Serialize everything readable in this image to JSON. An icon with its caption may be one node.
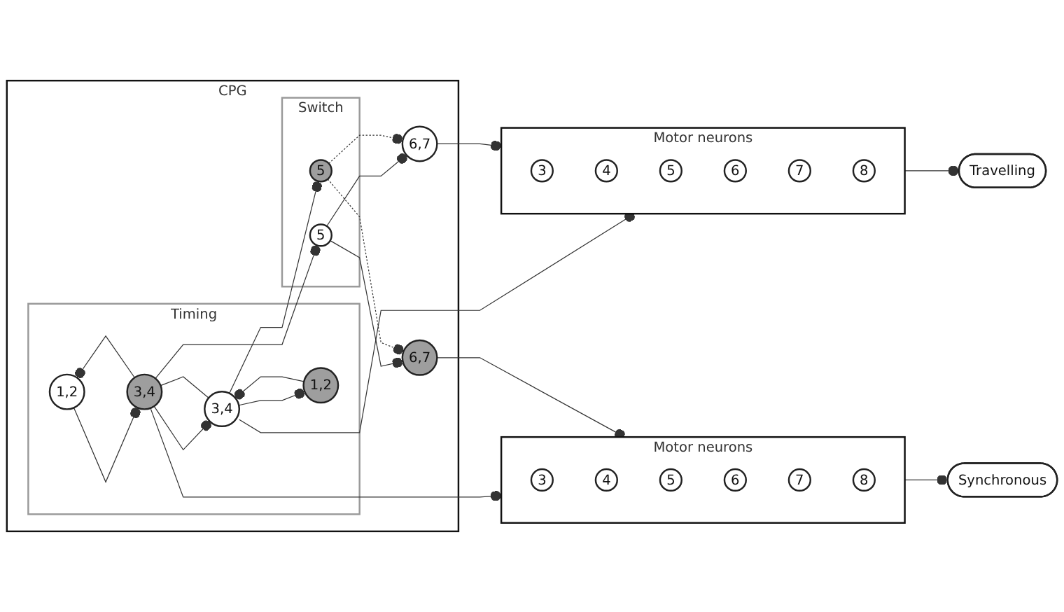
{
  "diagram": {
    "nodes": [
      {
        "text": [
          "Synchronous"
        ]
      },
      {
        "text": [
          "Motor neurons"
        ]
      },
      {
        "text": [
          "3"
        ],
        "in": 1
      },
      {
        "text": [
          "4"
        ],
        "in": 1
      },
      {
        "text": [
          "5"
        ],
        "in": 1
      },
      {
        "text": [
          "6"
        ],
        "in": 1
      },
      {
        "text": [
          "7"
        ],
        "in": 1
      },
      {
        "text": [
          "8"
        ],
        "in": 1
      },
      {
        "text": [
          "CPG"
        ]
      },
      {
        "text": [
          "Timing"
        ],
        "in": 8
      },
      {
        "text": [
          "1,2"
        ],
        "in": 9
      },
      {
        "text": [
          "1,2"
        ],
        "in": 9
      },
      {
        "text": [
          "3,4"
        ],
        "in": 9
      },
      {
        "text": [
          "3,4"
        ],
        "in": 9
      },
      {
        "text": [
          "Switch"
        ],
        "in": 8
      },
      {
        "text": [
          "5"
        ],
        "in": 14
      },
      {
        "text": [
          "5"
        ],
        "in": 14
      },
      {
        "text": [
          "6,7"
        ],
        "in": 8
      },
      {
        "text": [
          "6,7"
        ],
        "in": 8
      },
      {
        "text": [
          "Motor neurons"
        ]
      },
      {
        "text": [
          "3"
        ],
        "in": 19
      },
      {
        "text": [
          "4"
        ],
        "in": 19
      },
      {
        "text": [
          "5"
        ],
        "in": 19
      },
      {
        "text": [
          "6"
        ],
        "in": 19
      },
      {
        "text": [
          "7"
        ],
        "in": 19
      },
      {
        "text": [
          "8"
        ],
        "in": 19
      },
      {
        "text": [
          "Travelling"
        ]
      }
    ],
    "edges": [
      {
        "from": 1,
        "to": 0,
        "arrow": "other"
      },
      {
        "from": 12,
        "to": 1,
        "arrow": "other"
      },
      {
        "from": 17,
        "to": 1,
        "arrow": "other"
      },
      {
        "from": 10,
        "to": 12,
        "arrow": "other"
      },
      {
        "from": 12,
        "to": 10,
        "arrow": "other"
      },
      {
        "from": 13,
        "to": 11,
        "arrow": "other"
      },
      {
        "from": 11,
        "to": 13,
        "arrow": "other"
      },
      {
        "from": 12,
        "to": 13,
        "arrow": "other"
      },
      {
        "from": 13,
        "to": 12,
        "arrow": "none"
      },
      {
        "from": 12,
        "to": 15,
        "arrow": "other"
      },
      {
        "from": 13,
        "to": 16,
        "arrow": "other"
      },
      {
        "from": 15,
        "to": 17,
        "arrow": "other"
      },
      {
        "from": 15,
        "to": 18,
        "arrow": "other"
      },
      {
        "from": 16,
        "to": 17,
        "arrow": "other",
        "style": "dashed"
      },
      {
        "from": 16,
        "to": 18,
        "arrow": "other",
        "style": "dashed"
      },
      {
        "from": 13,
        "to": 19,
        "arrow": "other"
      },
      {
        "from": 18,
        "to": 19,
        "arrow": "other"
      },
      {
        "from": 19,
        "to": 26,
        "arrow": "other"
      }
    ]
  }
}
